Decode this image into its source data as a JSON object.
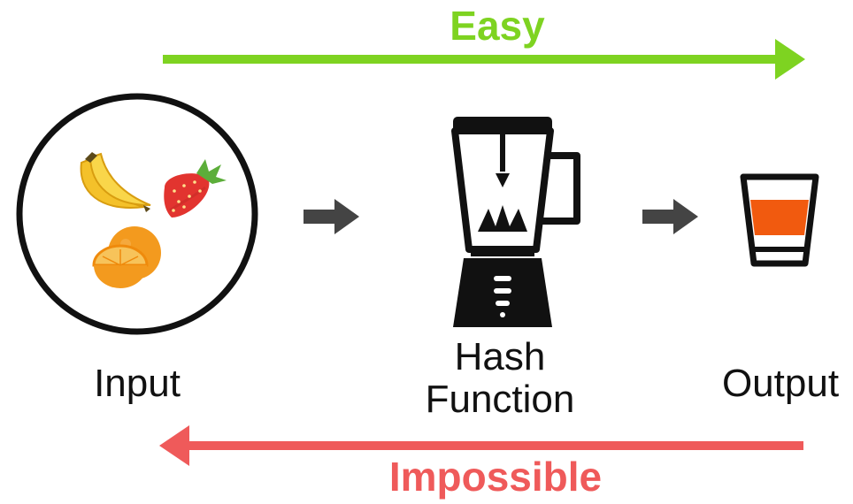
{
  "top_flow": {
    "label": "Easy",
    "color": "#7ed321"
  },
  "bottom_flow": {
    "label": "Impossible",
    "color": "#ef5a5a"
  },
  "nodes": {
    "input": {
      "label": "Input",
      "icon": "fruit-circle-icon"
    },
    "hash": {
      "label_line1": "Hash",
      "label_line2": "Function",
      "icon": "blender-icon"
    },
    "output": {
      "label": "Output",
      "icon": "juice-glass-icon"
    }
  },
  "connector_color": "#444444"
}
